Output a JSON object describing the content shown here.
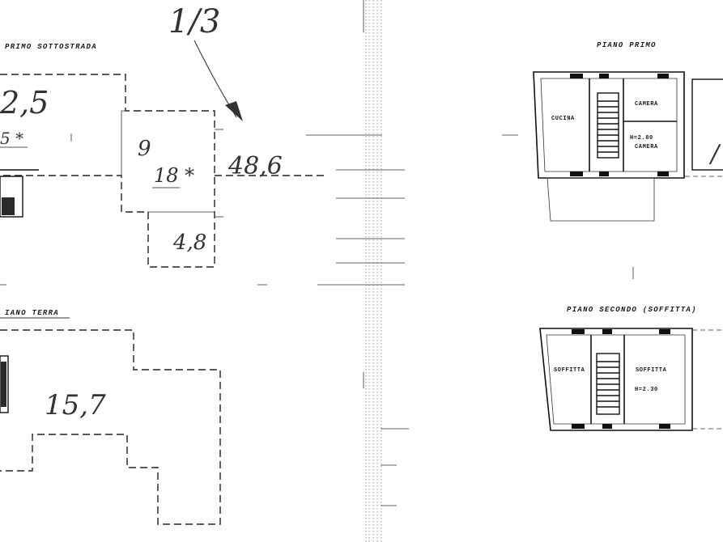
{
  "labels": {
    "primo_sottostrada": "PRIMO SOTTOSTRADA",
    "terra": "IANO TERRA",
    "piano_primo": "PIANO PRIMO",
    "piano_secondo": "PIANO SECONDO (SOFFITTA)"
  },
  "rooms": {
    "cucina": "CUCINA",
    "camera_top": "CAMERA",
    "camera_bottom": "CAMERA",
    "height_primo": "H=2.80",
    "soffitta_left": "SOFFITTA",
    "soffitta_right": "SOFFITTA",
    "height_secondo": "H=2.30"
  },
  "handwritten": {
    "fraction": "1/3",
    "area_top": "2,5",
    "area_top_sub": "5 *",
    "room_num": "9",
    "area_room": "18 *",
    "area_total": "48,6",
    "area_small": "4,8",
    "area_terra": "15,7",
    "area_right": "/"
  }
}
